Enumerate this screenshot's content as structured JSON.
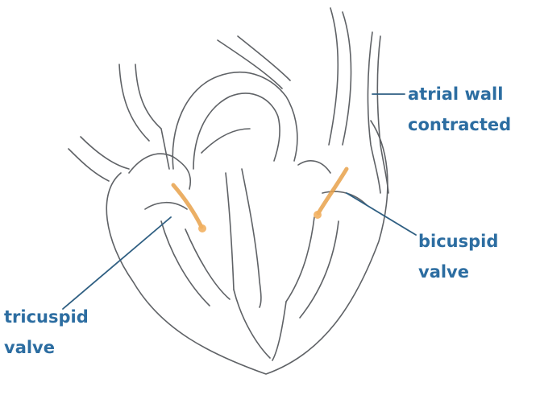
{
  "diagram": {
    "labels": {
      "atrial_wall_line1": "atrial wall",
      "atrial_wall_line2": "contracted",
      "bicuspid_line1": "bicuspid",
      "bicuspid_line2": "valve",
      "tricuspid_line1": "tricuspid",
      "tricuspid_line2": "valve"
    },
    "colors": {
      "label_text": "#2c6da1",
      "pointer_line": "#2f5f82",
      "outline": "#5f6266",
      "valve_highlight": "#e8a14a"
    }
  }
}
